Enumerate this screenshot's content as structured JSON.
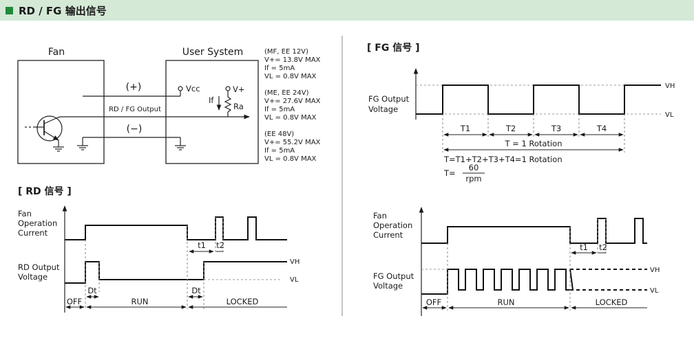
{
  "header": {
    "title": "RD / FG 输出信号"
  },
  "circuit": {
    "fan_label": "Fan",
    "user_label": "User System",
    "plus": "(+)",
    "minus": "(−)",
    "rd_output": "RD / FG Output",
    "vcc": "Vcc",
    "vplus": "V+",
    "if_label": "If",
    "ra": "Ra",
    "spec_lines": [
      "(MF, EE 12V)",
      "V+= 13.8V MAX",
      "If    = 5mA",
      "VL = 0.8V MAX",
      "(ME, EE 24V)",
      "V+= 27.6V MAX",
      "If    = 5mA",
      "VL = 0.8V MAX",
      "(EE 48V)",
      "V+= 55.2V MAX",
      "If    = 5mA",
      "VL = 0.8V MAX"
    ]
  },
  "rd": {
    "title": "[ RD 信号 ]",
    "fan_current": [
      "Fan",
      "Operation",
      "Current"
    ],
    "output_voltage": [
      "RD Output",
      "Voltage"
    ],
    "t1": "t1",
    "t2": "t2",
    "dt": "Dt",
    "vh": "VH",
    "vl": "VL",
    "off": "OFF",
    "run": "RUN",
    "locked": "LOCKED"
  },
  "fg": {
    "title": "[ FG 信号 ]",
    "output_voltage": [
      "FG Output",
      "Voltage"
    ],
    "periods": [
      "T1",
      "T2",
      "T3",
      "T4"
    ],
    "rotation": "T = 1 Rotation",
    "formula": "T=T1+T2+T3+T4=1 Rotation",
    "t_eq": "T=",
    "numerator": "60",
    "denominator": "rpm",
    "vh": "VH",
    "vl": "VL",
    "fan_current": [
      "Fan",
      "Operation",
      "Current"
    ],
    "output_voltage2": [
      "FG Output",
      "Voltage"
    ],
    "t1": "t1",
    "t2": "t2",
    "off": "OFF",
    "run": "RUN",
    "locked": "LOCKED"
  }
}
